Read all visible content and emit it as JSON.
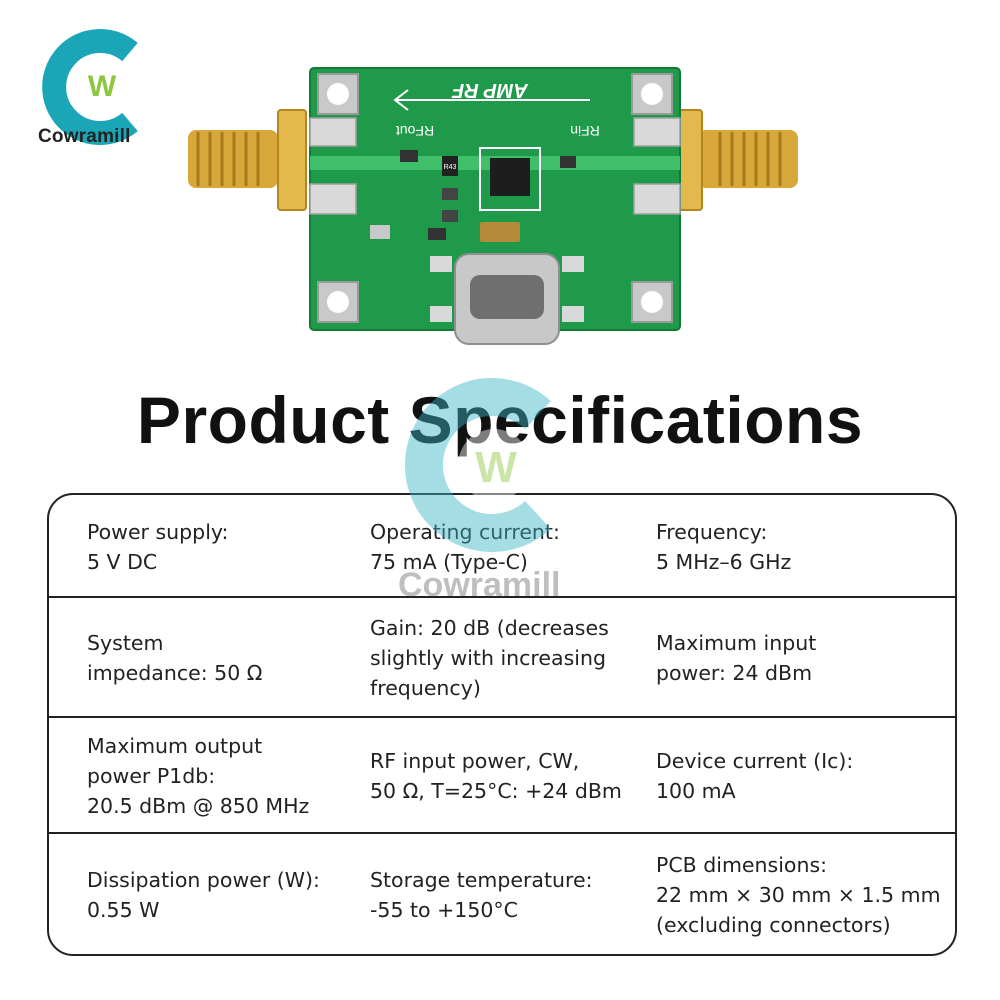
{
  "brand": {
    "name": "Cowramill",
    "logo_colors": {
      "ring": "#1aa6b7",
      "w_green": "#8dc63f",
      "w_dark": "#2e7d32"
    }
  },
  "product_image": {
    "board_labels": {
      "arrow_label": "AMP RF",
      "rf_out": "RFout",
      "rf_in": "RFin",
      "resistor": "R43"
    },
    "pcb_color": "#1f9a4a",
    "connector_color": "#d8a93a"
  },
  "title": "Product Specifications",
  "specs": {
    "rows": [
      [
        "Power supply:\n5 V DC",
        "Operating current:\n75 mA (Type-C)",
        "Frequency:\n5 MHz–6 GHz"
      ],
      [
        "System\nimpedance: 50 Ω",
        "Gain: 20 dB (decreases\nslightly with increasing\nfrequency)",
        "Maximum input\npower: 24 dBm"
      ],
      [
        "Maximum output\npower P1db:\n20.5 dBm @ 850 MHz",
        "RF input power, CW,\n50 Ω, T=25°C: +24 dBm",
        "Device current (Ic):\n100 mA"
      ],
      [
        "Dissipation power (W):\n0.55 W",
        "Storage temperature:\n-55 to +150°C",
        "PCB dimensions:\n22 mm × 30 mm × 1.5 mm\n(excluding connectors)"
      ]
    ]
  },
  "watermark": {
    "text": "Cowramill"
  }
}
